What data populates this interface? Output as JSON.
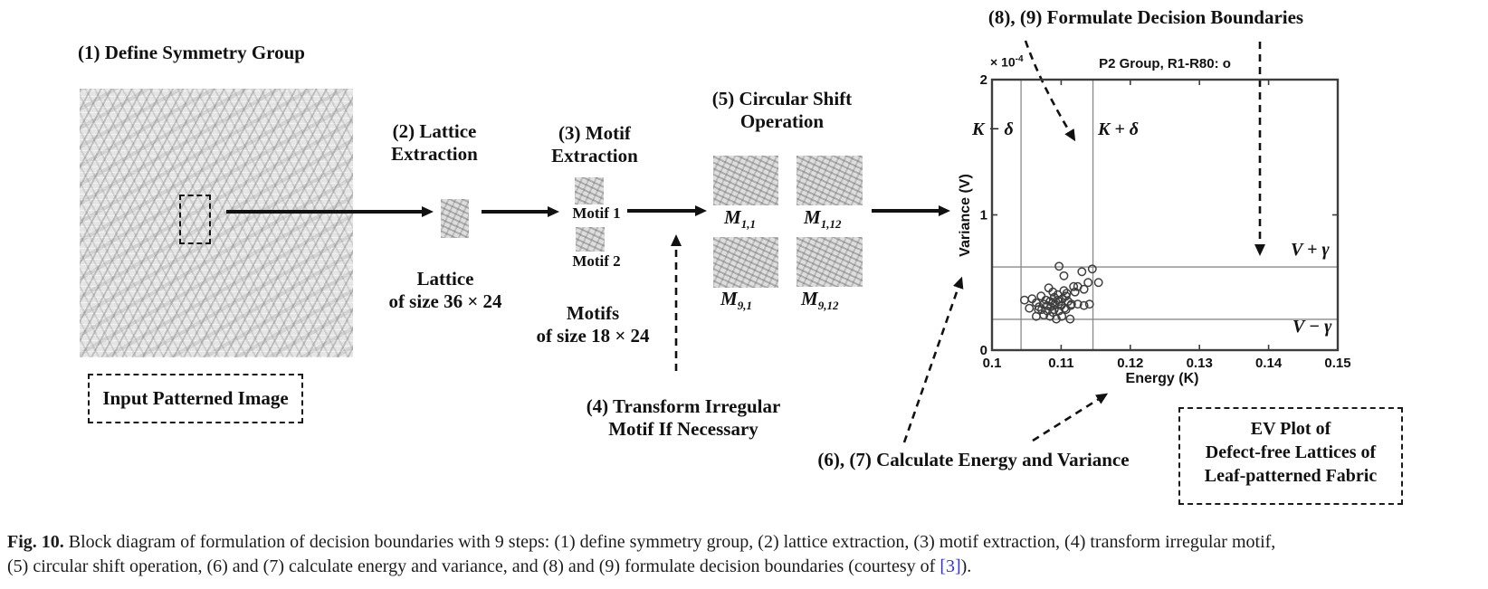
{
  "diagram": {
    "step1_label": "(1) Define Symmetry Group",
    "input_box_label": "Input Patterned Image",
    "step2_line1": "(2) Lattice",
    "step2_line2": "Extraction",
    "lattice_size_line1": "Lattice",
    "lattice_size_line2": "of size 36 × 24",
    "step3_line1": "(3) Motif",
    "step3_line2": "Extraction",
    "motif1_label": "Motif 1",
    "motif2_label": "Motif 2",
    "motifs_size_line1": "Motifs",
    "motifs_size_line2": "of size 18 × 24",
    "step4_line1": "(4) Transform Irregular",
    "step4_line2": "Motif If Necessary",
    "step5_line1": "(5) Circular Shift",
    "step5_line2": "Operation",
    "m_labels": [
      {
        "base": "M",
        "sub": "1,1"
      },
      {
        "base": "M",
        "sub": "1,12"
      },
      {
        "base": "M",
        "sub": "9,1"
      },
      {
        "base": "M",
        "sub": "9,12"
      }
    ],
    "step67_label": "(6), (7) Calculate Energy and Variance",
    "step89_label": "(8), (9) Formulate Decision Boundaries",
    "ev_box_line1": "EV Plot of",
    "ev_box_line2": "Defect-free Lattices of",
    "ev_box_line3": "Leaf-patterned Fabric"
  },
  "chart_data": {
    "type": "scatter",
    "title": "P2 Group, R1-R80: o",
    "xlabel": "Energy (K)",
    "ylabel": "Variance (V)",
    "y_scale_base": "× 10",
    "y_scale_exp": "-4",
    "xlim": [
      0.1,
      0.15
    ],
    "ylim": [
      0,
      2
    ],
    "x_ticks": [
      {
        "v": 0.1,
        "label": "0.1"
      },
      {
        "v": 0.11,
        "label": "0.11"
      },
      {
        "v": 0.12,
        "label": "0.12"
      },
      {
        "v": 0.13,
        "label": "0.13"
      },
      {
        "v": 0.14,
        "label": "0.14"
      },
      {
        "v": 0.15,
        "label": "0.15"
      }
    ],
    "y_ticks": [
      {
        "v": 0,
        "label": "0"
      },
      {
        "v": 1,
        "label": "1"
      },
      {
        "v": 2,
        "label": "2"
      }
    ],
    "grid": false,
    "marker": "o",
    "boundaries": {
      "k_minus_delta": 0.1042,
      "k_plus_delta": 0.1146,
      "v_plus_gamma": 0.615,
      "v_minus_gamma": 0.228
    },
    "boundary_labels": {
      "k_minus": "K − δ",
      "k_plus": "K + δ",
      "v_plus": "V + γ",
      "v_minus": "V − γ"
    },
    "points": [
      [
        0.1097,
        0.62
      ],
      [
        0.1104,
        0.55
      ],
      [
        0.113,
        0.58
      ],
      [
        0.1145,
        0.6
      ],
      [
        0.1139,
        0.5
      ],
      [
        0.1154,
        0.5
      ],
      [
        0.1124,
        0.47
      ],
      [
        0.1133,
        0.45
      ],
      [
        0.1082,
        0.46
      ],
      [
        0.1088,
        0.43
      ],
      [
        0.1104,
        0.44
      ],
      [
        0.1107,
        0.4
      ],
      [
        0.1047,
        0.37
      ],
      [
        0.1058,
        0.38
      ],
      [
        0.1064,
        0.35
      ],
      [
        0.1071,
        0.4
      ],
      [
        0.1078,
        0.37
      ],
      [
        0.1084,
        0.36
      ],
      [
        0.1091,
        0.34
      ],
      [
        0.1097,
        0.36
      ],
      [
        0.1054,
        0.31
      ],
      [
        0.1067,
        0.3
      ],
      [
        0.108,
        0.29
      ],
      [
        0.1088,
        0.28
      ],
      [
        0.1097,
        0.29
      ],
      [
        0.1107,
        0.3
      ],
      [
        0.1114,
        0.33
      ],
      [
        0.1124,
        0.34
      ],
      [
        0.1133,
        0.33
      ],
      [
        0.1141,
        0.34
      ],
      [
        0.1084,
        0.25
      ],
      [
        0.1093,
        0.23
      ],
      [
        0.1101,
        0.25
      ],
      [
        0.1113,
        0.23
      ],
      [
        0.1075,
        0.26
      ],
      [
        0.1064,
        0.25
      ],
      [
        0.1075,
        0.34
      ],
      [
        0.1085,
        0.32
      ],
      [
        0.109,
        0.3
      ],
      [
        0.1095,
        0.37
      ],
      [
        0.11,
        0.33
      ],
      [
        0.1105,
        0.31
      ],
      [
        0.111,
        0.36
      ],
      [
        0.1115,
        0.34
      ],
      [
        0.108,
        0.33
      ],
      [
        0.1068,
        0.32
      ],
      [
        0.1072,
        0.3
      ],
      [
        0.109,
        0.39
      ],
      [
        0.1095,
        0.41
      ],
      [
        0.1088,
        0.35
      ],
      [
        0.1102,
        0.38
      ],
      [
        0.1108,
        0.42
      ],
      [
        0.1118,
        0.47
      ],
      [
        0.112,
        0.43
      ]
    ]
  },
  "caption": {
    "fig_label": "Fig. 10.",
    "line1_rest": " Block diagram of formulation of decision boundaries with 9 steps: (1) define symmetry group, (2) lattice extraction, (3) motif extraction, (4) transform irregular motif,",
    "line2_pre": "(5) circular shift operation, (6) and (7) calculate energy and variance, and (8) and (9) formulate decision boundaries (courtesy of ",
    "ref": "[3]",
    "line2_post": ")."
  }
}
